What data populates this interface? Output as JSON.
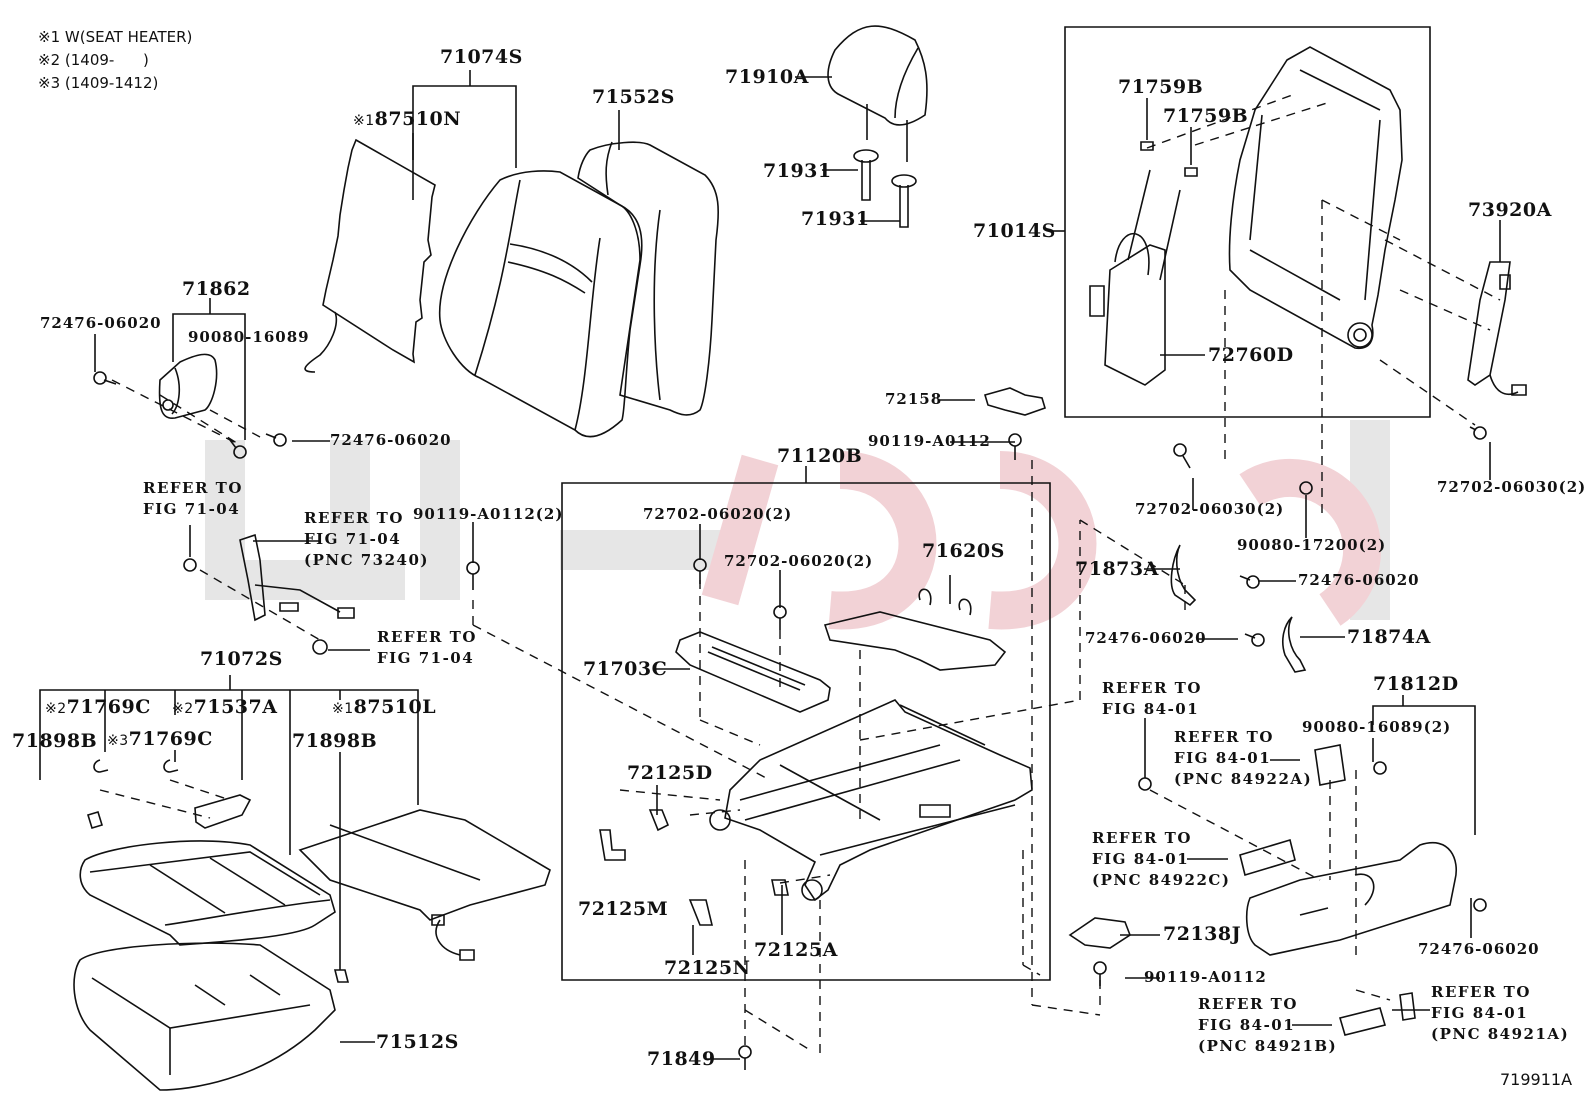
{
  "legend_notes": [
    {
      "mark": "※1",
      "text": "W(SEAT HEATER)"
    },
    {
      "mark": "※2",
      "text": "(1409-      )"
    },
    {
      "mark": "※3",
      "text": "(1409-1412)"
    }
  ],
  "figure_id": "719911A",
  "watermark": {
    "primary_color": "#e8b0b8",
    "secondary_color": "#d8d8d8"
  },
  "parts": {
    "p71074S": "71074S",
    "p87510N_mark": "※1",
    "p87510N": "87510N",
    "p71552S": "71552S",
    "p71910A": "71910A",
    "p71931_a": "71931",
    "p71931_b": "71931",
    "p71014S": "71014S",
    "p71759B_a": "71759B",
    "p71759B_b": "71759B",
    "p73920A": "73920A",
    "p72760D": "72760D",
    "p71862": "71862",
    "p72476_06020_a": "72476-06020",
    "p90080_16089": "90080-16089",
    "p72476_06020_b": "72476-06020",
    "p72158": "72158",
    "p90119_A0112_a": "90119-A0112",
    "p72702_06030_a": "72702-06030(2)",
    "p72702_06030_b": "72702-06030(2)",
    "p90080_17200": "90080-17200(2)",
    "p71120B": "71120B",
    "p90119_A0112_2": "90119-A0112(2)",
    "p72702_06020_a": "72702-06020(2)",
    "p72702_06020_b": "72702-06020(2)",
    "p71620S": "71620S",
    "p71703C": "71703C",
    "p71873A": "71873A",
    "p72476_06020_c": "72476-06020",
    "p72476_06020_d": "72476-06020",
    "p71874A": "71874A",
    "p71072S": "71072S",
    "p71769C_a_mark": "※2",
    "p71769C_a": "71769C",
    "p71537A_mark": "※2",
    "p71537A": "71537A",
    "p71769C_b_mark": "※3",
    "p71769C_b": "71769C",
    "p87510L_mark": "※1",
    "p87510L": "87510L",
    "p71898B_a": "71898B",
    "p71898B_b": "71898B",
    "p71512S": "71512S",
    "p72125D": "72125D",
    "p72125M": "72125M",
    "p72125N": "72125N",
    "p72125A": "72125A",
    "p71849": "71849",
    "p71812D": "71812D",
    "p90080_16089_2": "90080-16089(2)",
    "p72138J": "72138J",
    "p90119_A0112_c": "90119-A0112",
    "p72476_06020_e": "72476-06020"
  },
  "references": {
    "ref_fig7104_a": [
      "REFER TO",
      "FIG 71-04"
    ],
    "ref_fig7104_b": [
      "REFER TO",
      "FIG 71-04",
      "(PNC 73240)"
    ],
    "ref_fig7104_c": [
      "REFER TO",
      "FIG 71-04"
    ],
    "ref_fig8401_a": [
      "REFER TO",
      "FIG 84-01"
    ],
    "ref_fig8401_b": [
      "REFER TO",
      "FIG 84-01",
      "(PNC 84922A)"
    ],
    "ref_fig8401_c": [
      "REFER TO",
      "FIG 84-01",
      "(PNC 84922C)"
    ],
    "ref_fig8401_d": [
      "REFER TO",
      "FIG 84-01",
      "(PNC 84921B)"
    ],
    "ref_fig8401_e": [
      "REFER TO",
      "FIG 84-01",
      "(PNC 84921A)"
    ]
  }
}
